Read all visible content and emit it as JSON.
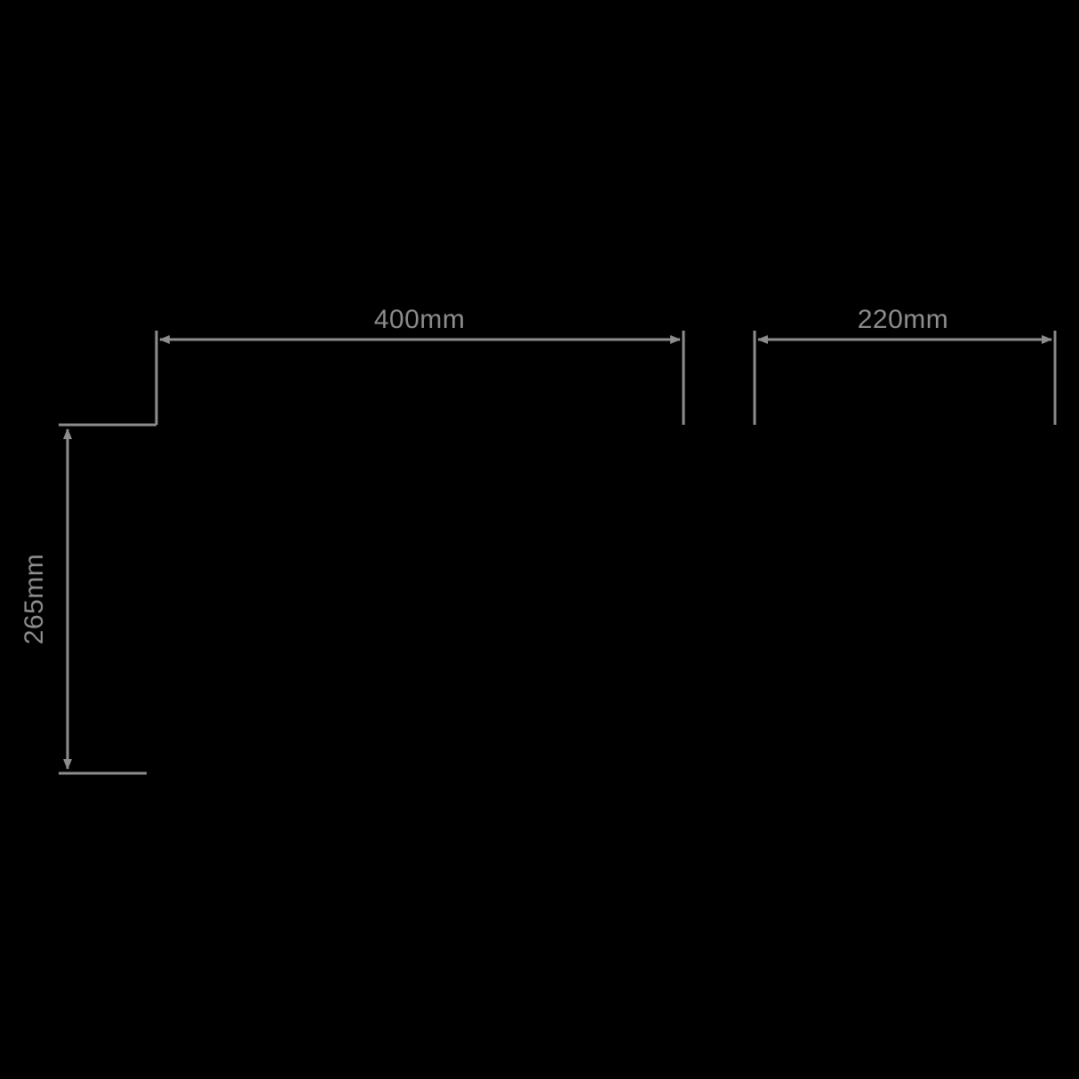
{
  "diagram": {
    "title": "product-dimension-drawing",
    "background_color": "#000000",
    "line_color": "#8d8d8d",
    "dimensions": {
      "width_main": {
        "label": "400mm",
        "orientation": "horizontal"
      },
      "depth_side": {
        "label": "220mm",
        "orientation": "horizontal"
      },
      "height_left": {
        "label": "265mm",
        "orientation": "vertical"
      }
    }
  }
}
